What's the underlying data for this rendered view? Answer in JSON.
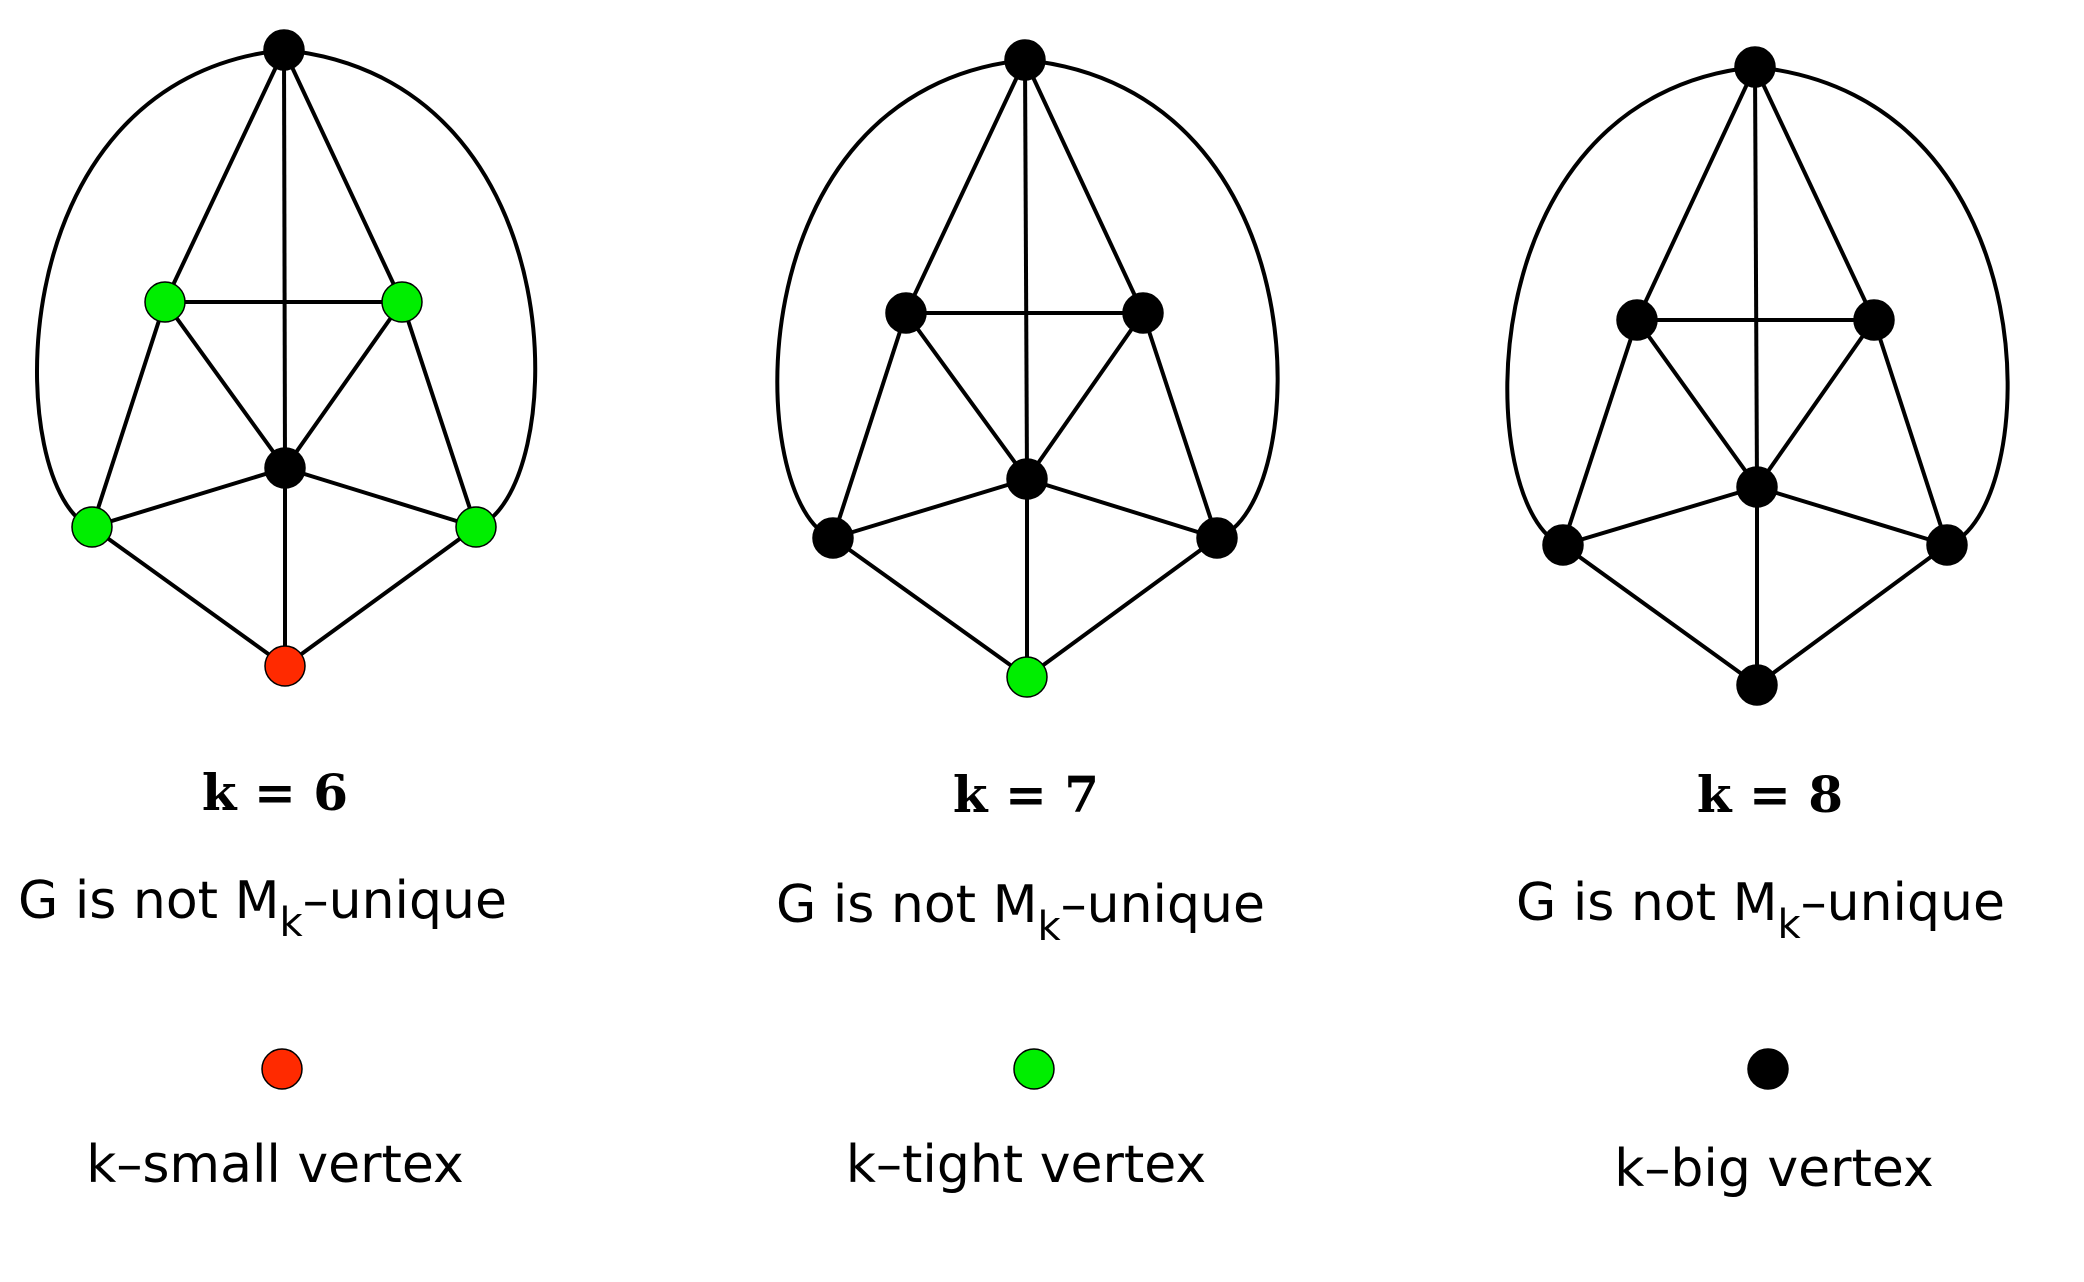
{
  "colors": {
    "small": "#ff2a00",
    "tight": "#00ee00",
    "big": "#000000",
    "edge": "#000000"
  },
  "panels": [
    {
      "k_label": "k = 6",
      "caption_main": "G is not M",
      "caption_sub": "k",
      "caption_tail": "–unique",
      "vertex_types": {
        "top": "big",
        "inner_left": "tight",
        "inner_right": "tight",
        "center": "big",
        "outer_left": "tight",
        "outer_right": "tight",
        "bottom": "small"
      }
    },
    {
      "k_label": "k = 7",
      "caption_main": "G is not M",
      "caption_sub": "k",
      "caption_tail": "–unique",
      "vertex_types": {
        "top": "big",
        "inner_left": "big",
        "inner_right": "big",
        "center": "big",
        "outer_left": "big",
        "outer_right": "big",
        "bottom": "tight"
      }
    },
    {
      "k_label": "k = 8",
      "caption_main": "G is not M",
      "caption_sub": "k",
      "caption_tail": "–unique",
      "vertex_types": {
        "top": "big",
        "inner_left": "big",
        "inner_right": "big",
        "center": "big",
        "outer_left": "big",
        "outer_right": "big",
        "bottom": "big"
      }
    }
  ],
  "legend": [
    {
      "type": "small",
      "label": "k–small vertex"
    },
    {
      "type": "tight",
      "label": "k–tight vertex"
    },
    {
      "type": "big",
      "label": "k–big vertex"
    }
  ]
}
